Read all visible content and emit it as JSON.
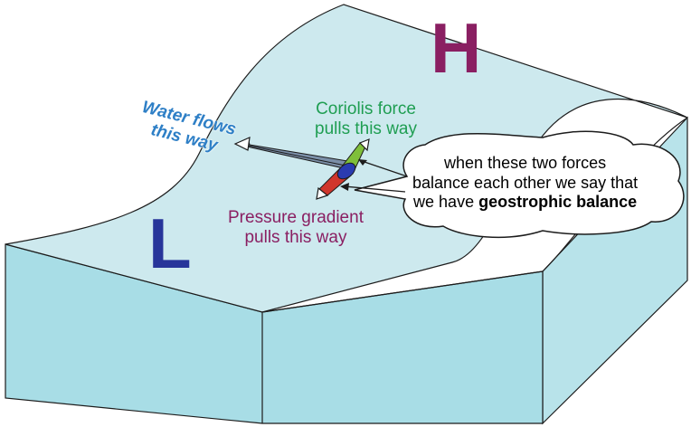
{
  "labels": {
    "high": "H",
    "low": "L",
    "water_line1": "Water flows",
    "water_line2": "this way",
    "coriolis_line1": "Coriolis force",
    "coriolis_line2": "pulls this way",
    "pressure_line1": "Pressure gradient",
    "pressure_line2": "pulls this way",
    "bubble_line1": "when these two forces",
    "bubble_line2": "balance each other we say that",
    "bubble_line3_prefix": "we have ",
    "bubble_line3_bold": "geostrophic balance"
  },
  "colors": {
    "surface": "#cde9ee",
    "front_face": "#a8dde6",
    "right_face": "#b8e3ea",
    "outline": "#1c1c1c",
    "high": "#8a1f62",
    "low": "#27359a",
    "water_text": "#2e7fc6",
    "coriolis_text": "#1f9e52",
    "pressure_text": "#8a1f62",
    "parcel": "#2a3bb0",
    "coriolis_arrow": "#7fbf3a",
    "pressure_arrow": "#d0362c",
    "flow_arrow": "#7b8fa8"
  }
}
